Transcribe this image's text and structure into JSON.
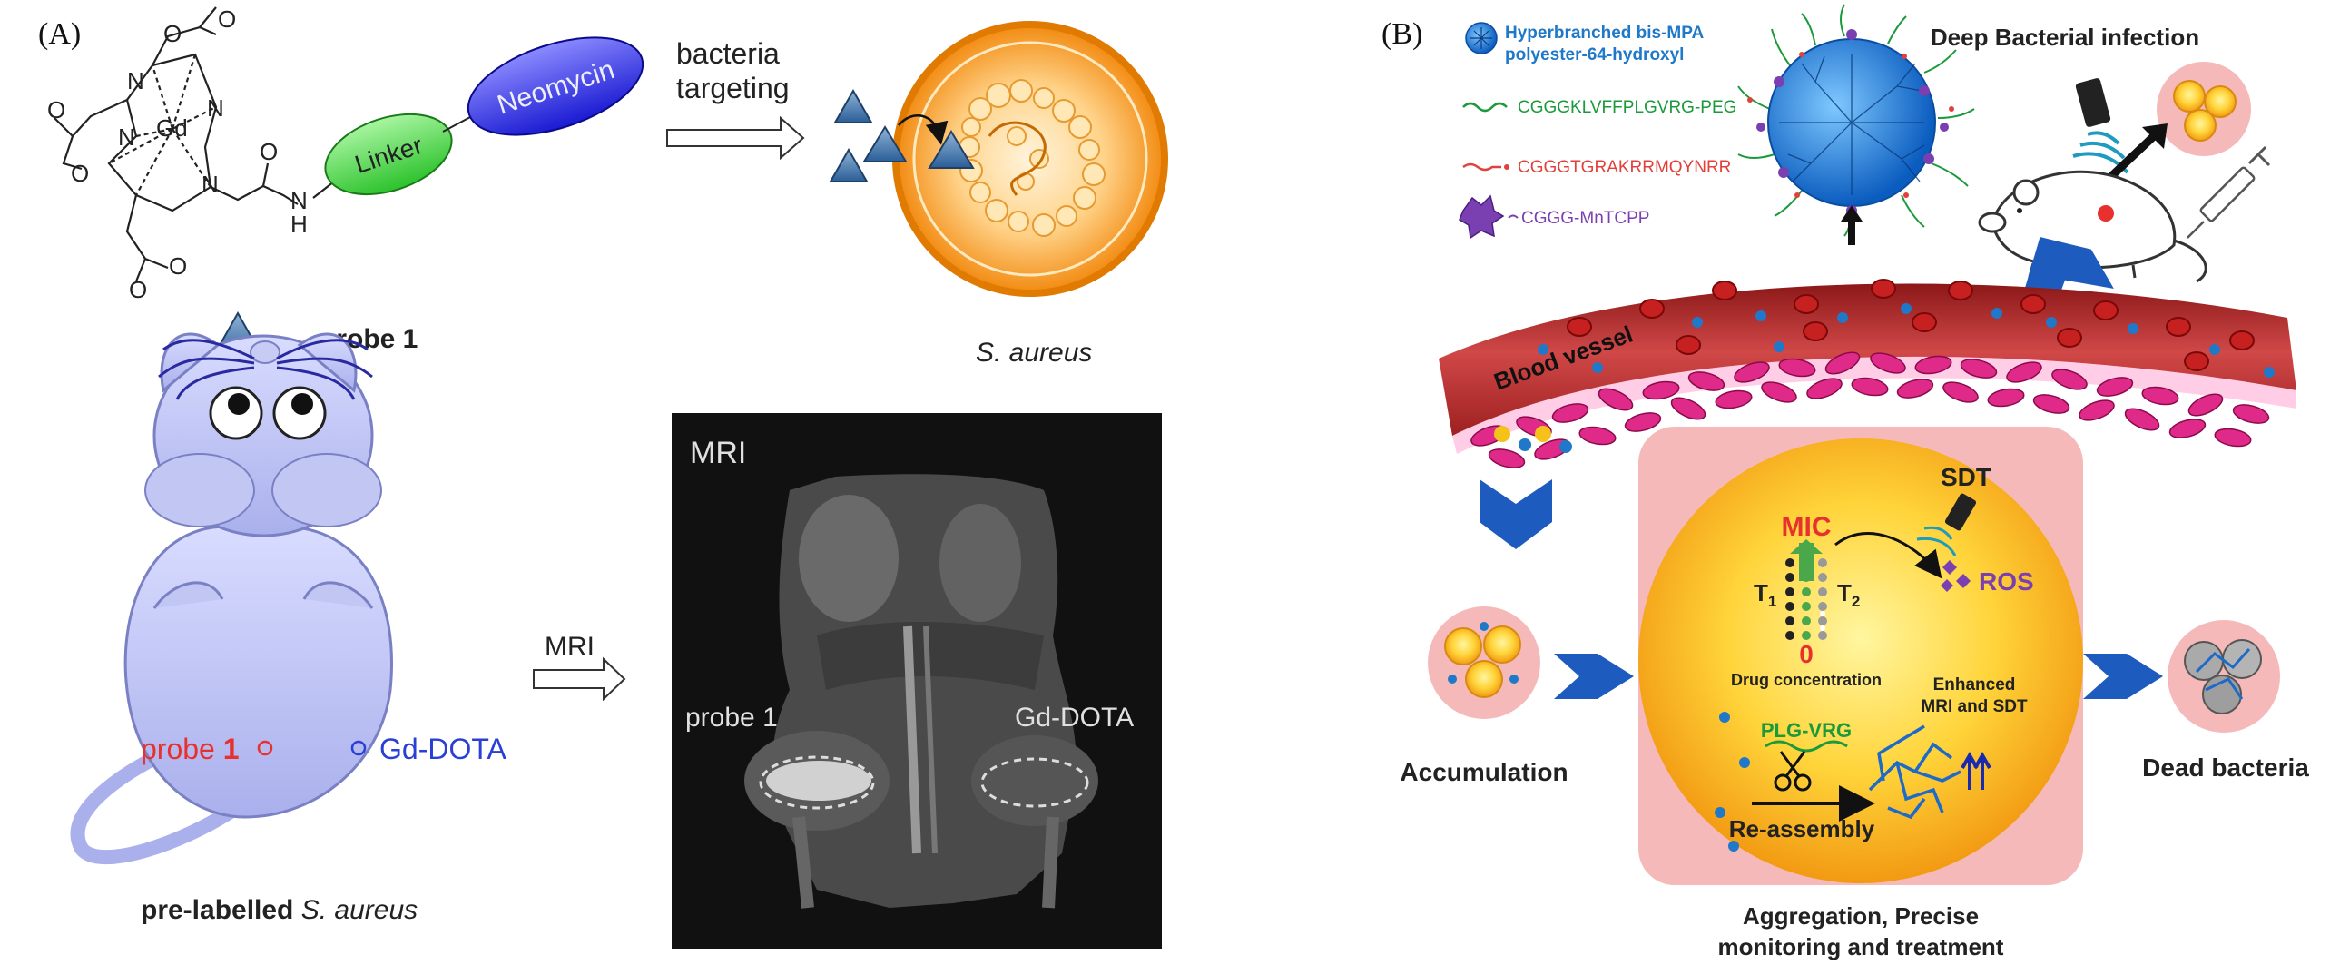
{
  "panel_a": {
    "label": "(A)",
    "top": {
      "chem": {
        "gd": "Gd",
        "n": "N",
        "o": "O",
        "nh": "N",
        "h": "H"
      },
      "linker": "Linker",
      "neomycin": "Neomycin",
      "targeting_line1": "bacteria",
      "targeting_line2": "targeting",
      "probe_icon": "MR",
      "probe_label": "probe ",
      "probe_num": "1",
      "bacterium_label": "S. aureus"
    },
    "bottom": {
      "probe_left_prefix": "probe ",
      "probe_left_num": "1",
      "gd_dota_left": "Gd-DOTA",
      "mouse_caption_prefix": "pre-labelled ",
      "mouse_caption_italic": "S. aureus",
      "arrow_label": "MRI",
      "mri_title": "MRI",
      "mri_probe": "probe 1",
      "mri_gd": "Gd-DOTA"
    }
  },
  "panel_b": {
    "label": "(B)",
    "legend": [
      {
        "text": "Hyperbranched bis-MPA",
        "color": "#1f78c8"
      },
      {
        "text": "polyester-64-hydroxyl",
        "color": "#1f78c8"
      },
      {
        "text": "CGGGKLVFFPLGVRG-PEG",
        "color": "#1a9a3a"
      },
      {
        "text": "CGGGTGRAKRRMQYNRR",
        "color": "#e2403a"
      },
      {
        "text": "CGGG-MnTCPP",
        "color": "#7a3fb0"
      }
    ],
    "infection_title": "Deep Bacterial infection",
    "vessel_label": "Blood vessel",
    "sdt": "SDT",
    "mic": "MIC",
    "t1": "T",
    "t1_sub": "1",
    "t2": "T",
    "t2_sub": "2",
    "zero": "0",
    "drug_conc": "Drug concentration",
    "ros": "ROS",
    "plg": "PLG-VRG",
    "enhanced_1": "Enhanced",
    "enhanced_2": "MRI and SDT",
    "reassembly": "Re-assembly",
    "accumulation": "Accumulation",
    "dead": "Dead bacteria",
    "aggregation_1": "Aggregation, Precise",
    "aggregation_2": "monitoring and treatment"
  },
  "colors": {
    "blue_arrow": "#1e5bbf",
    "vessel": "#b02a2a",
    "rbc": "#e02a8a",
    "pink_box": "#f6b9b9",
    "gold": "#f5c21a",
    "probe_red": "#e8312f",
    "gd_blue": "#2a3fd6"
  }
}
